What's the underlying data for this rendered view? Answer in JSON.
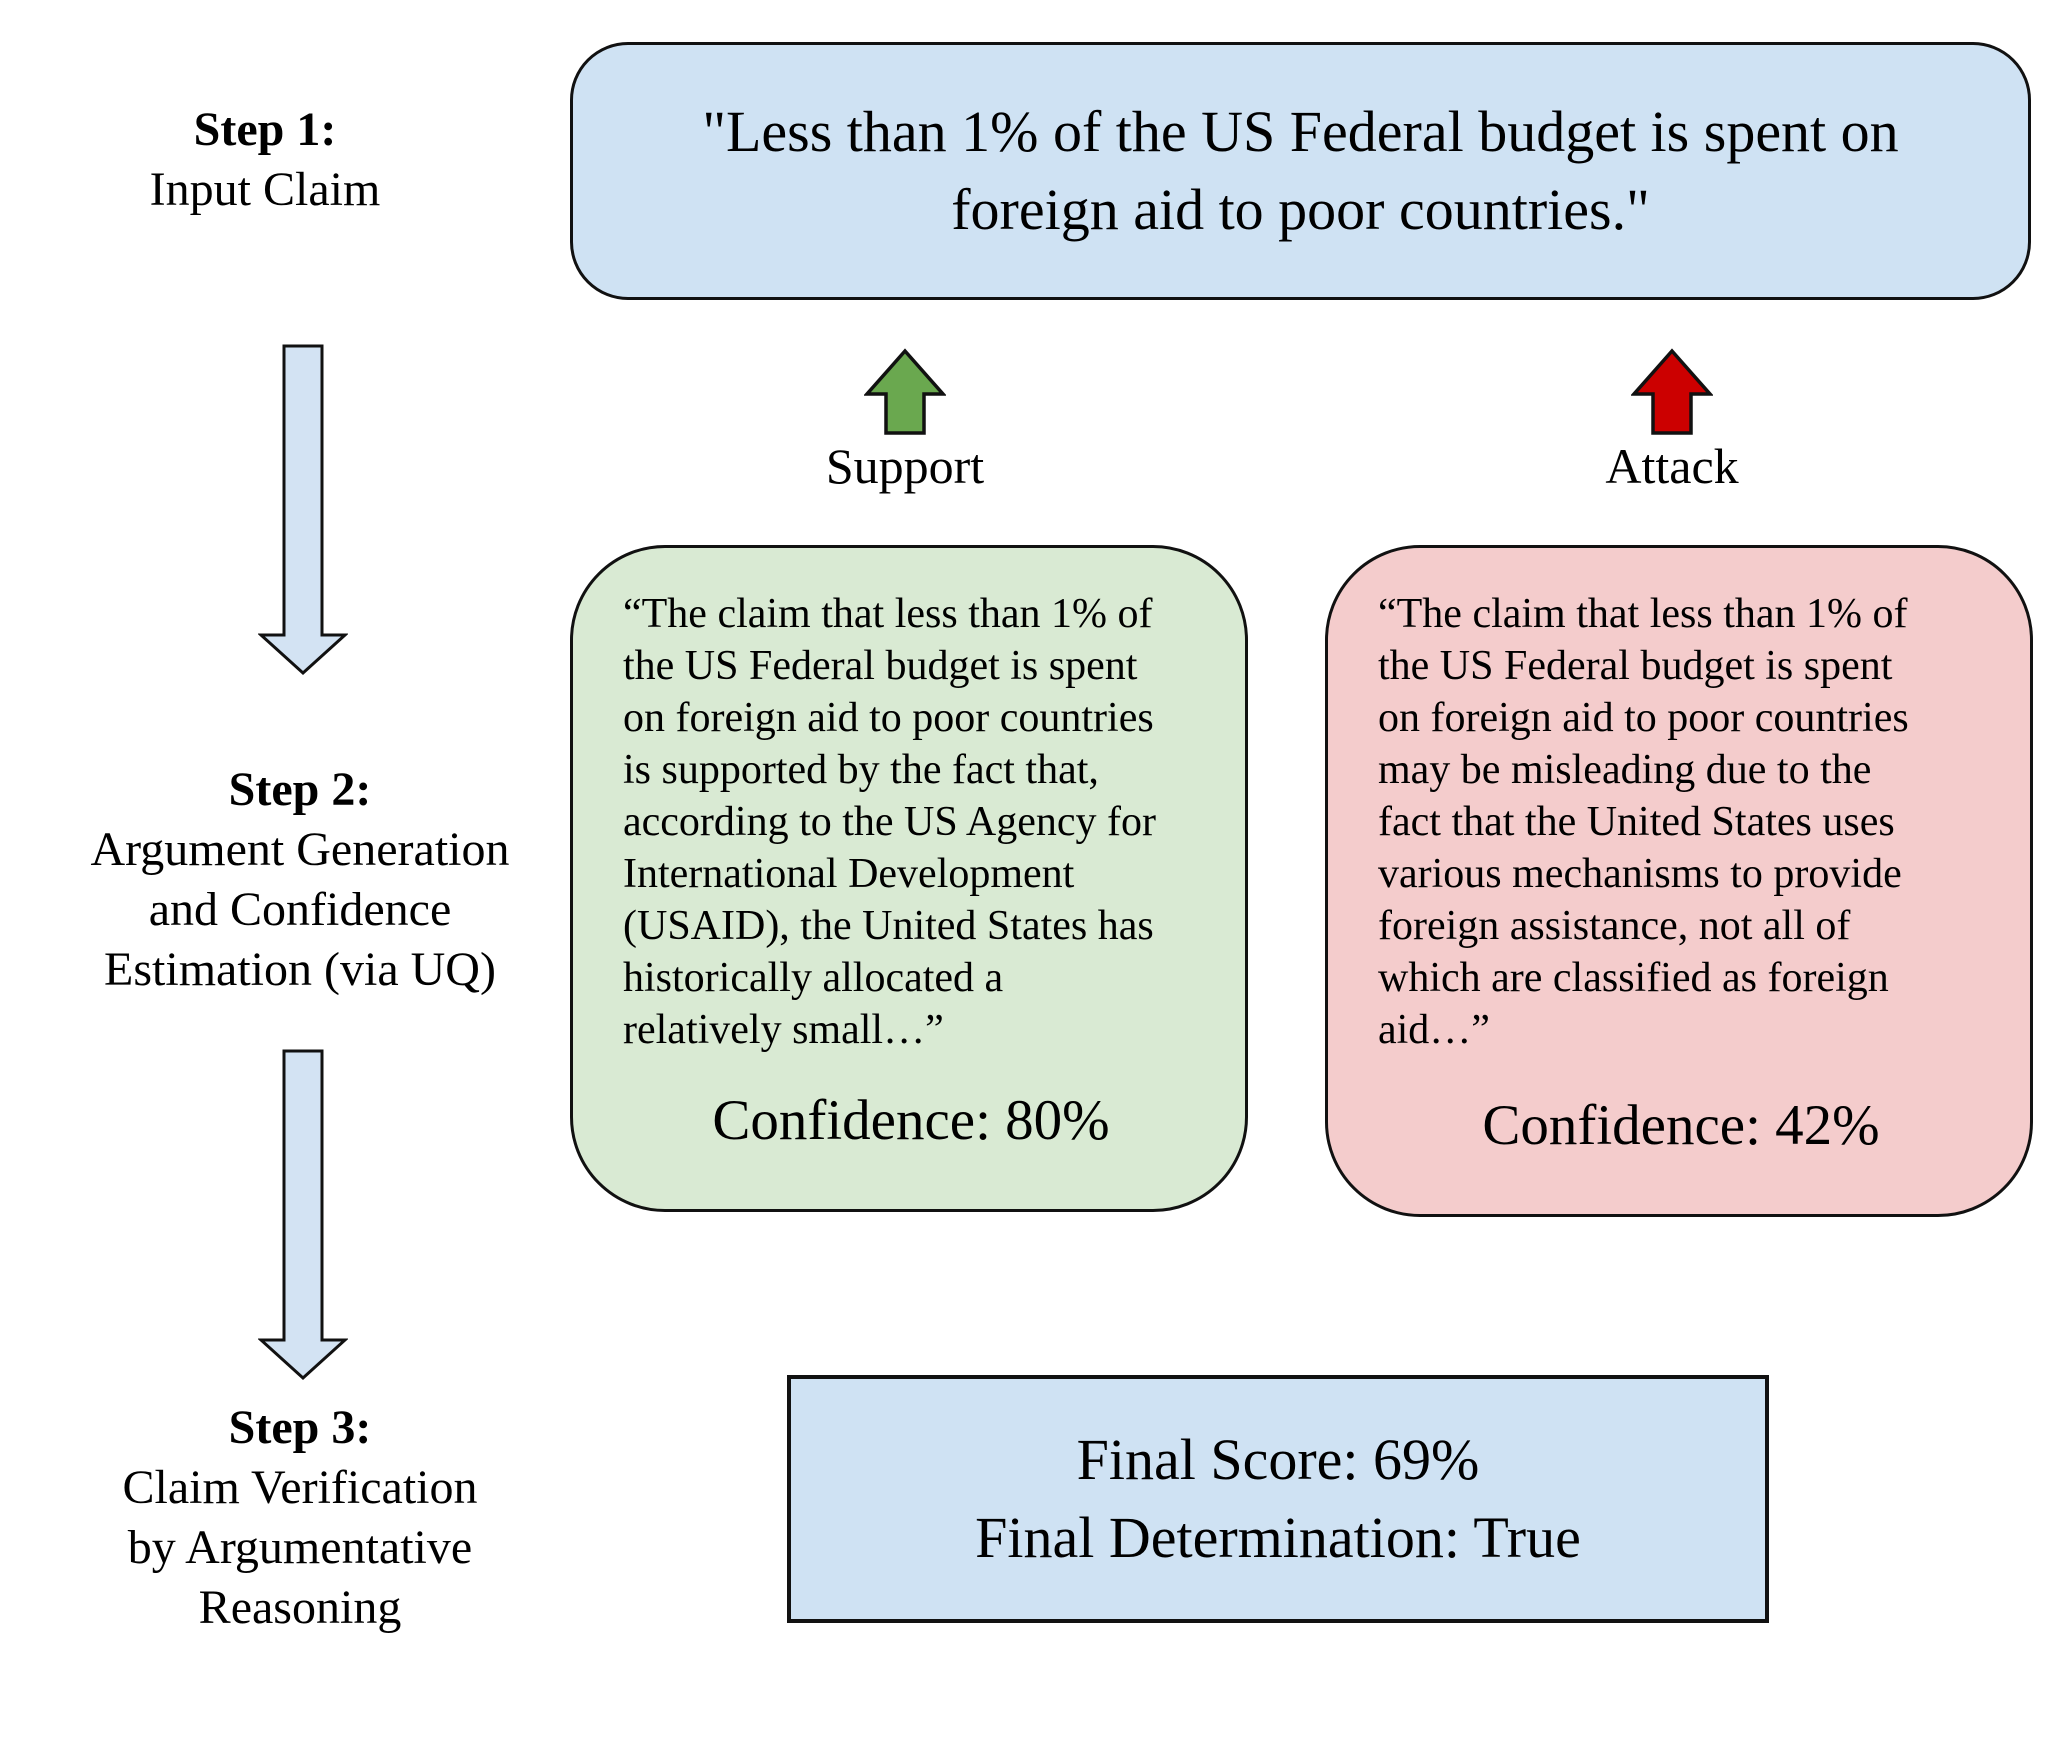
{
  "colors": {
    "box-blue": "#cfe2f3",
    "box-green": "#d9ead3",
    "box-red": "#f4cccc",
    "arrow-blue": "#d3e3f3",
    "arrow-green": "#6aa84f",
    "arrow-red": "#cc0000",
    "stroke-dark": "#111111"
  },
  "step1": {
    "title": "Step 1:",
    "subtitle": "Input Claim"
  },
  "step2": {
    "title": "Step 2:",
    "subtitle": "Argument Generation\nand Confidence\nEstimation (via UQ)"
  },
  "step3": {
    "title": "Step 3:",
    "subtitle": "Claim Verification\nby Argumentative\nReasoning"
  },
  "claim": {
    "text": "\"Less than 1% of the US Federal budget is spent on\nforeign aid to poor countries.\""
  },
  "support": {
    "label": "Support",
    "argument": "“The claim that less than 1% of\nthe US Federal budget is spent\non foreign aid to poor countries\nis supported by the fact that,\naccording to the US Agency for\nInternational Development\n(USAID), the United States has\nhistorically allocated a\nrelatively small…”",
    "confidence": "Confidence: 80%"
  },
  "attack": {
    "label": "Attack",
    "argument": "“The claim that less than 1% of\nthe US Federal budget is spent\non foreign aid to poor countries\nmay be misleading due to the\nfact that the United States uses\nvarious mechanisms to provide\nforeign assistance, not all of\nwhich are classified as foreign\naid…”",
    "confidence": "Confidence: 42%"
  },
  "final": {
    "score": "Final Score: 69%",
    "determination": "Final Determination: True"
  }
}
